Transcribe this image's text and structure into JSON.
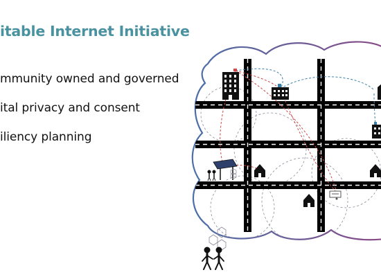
{
  "slide": {
    "title": "itable Internet Initiative",
    "bullets": [
      "mmunity owned and governed",
      "ital privacy and consent",
      "iliency planning"
    ]
  },
  "colors": {
    "title": "#4a92a0",
    "text": "#111111",
    "cloud_border_start": "#4a6fa8",
    "cloud_border_end": "#8a4a86",
    "road": "#000000",
    "route_red": "#d04848",
    "route_blue": "#3a7fa8",
    "circle_gray": "#8a8a9a"
  },
  "icons": [
    "cloud-outline",
    "road-grid",
    "apartment-building-icon",
    "office-building-icon",
    "house-icon",
    "solar-kiosk-icon",
    "people-icon",
    "router-icon",
    "hexagon-chain"
  ]
}
